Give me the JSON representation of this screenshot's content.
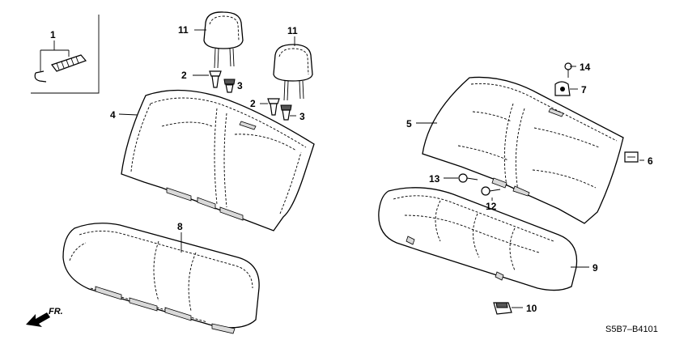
{
  "callouts": {
    "c1": "1",
    "c2a": "2",
    "c3a": "3",
    "c2b": "2",
    "c3b": "3",
    "c4": "4",
    "c5": "5",
    "c6": "6",
    "c7": "7",
    "c8": "8",
    "c9": "9",
    "c10": "10",
    "c11a": "11",
    "c11b": "11",
    "c12": "12",
    "c13": "13",
    "c14": "14"
  },
  "direction_label": "FR.",
  "diagram_code": "S5B7–B4101"
}
